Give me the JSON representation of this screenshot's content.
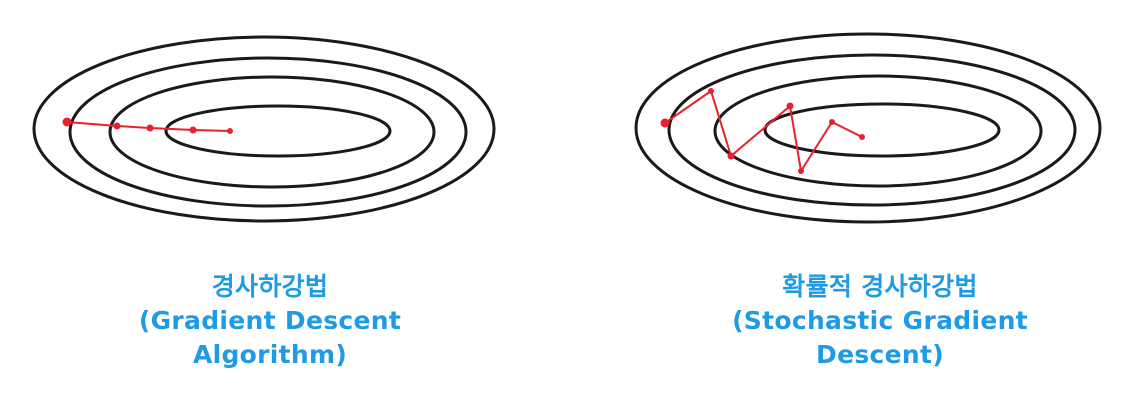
{
  "colors": {
    "contour": "#1a1a1a",
    "path": "#e8202f",
    "caption": "#1f9be6"
  },
  "panels": [
    {
      "title_line1": "경사하강법",
      "title_line2": "(Gradient Descent Algorithm)",
      "title_line3": ""
    },
    {
      "title_line1": "확률적 경사하강법",
      "title_line2": "(Stochastic Gradient",
      "title_line3": "Descent)"
    }
  ]
}
